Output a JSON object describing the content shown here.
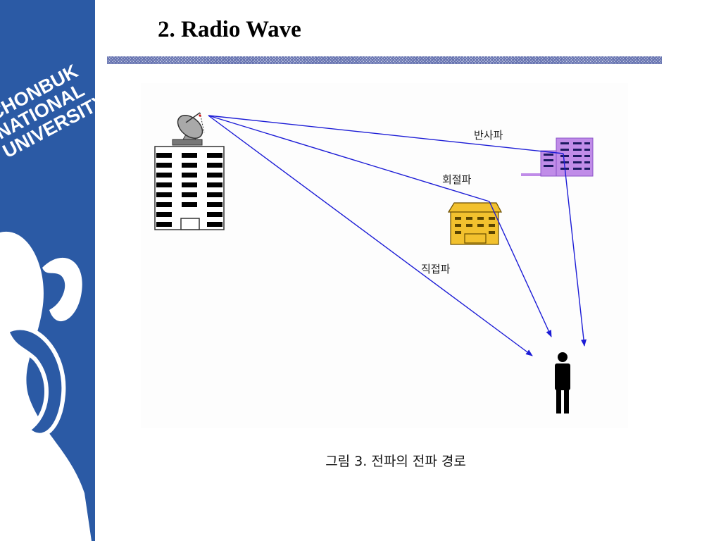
{
  "slide": {
    "title": "2. Radio Wave",
    "caption": "그림 3. 전파의 전파 경로"
  },
  "sidebar": {
    "logo_lines": [
      "CHONBUK",
      "NATIONAL",
      "UNIVERSITY"
    ],
    "background_color": "#2b5aa5",
    "logo_color": "#ffffff"
  },
  "diagram": {
    "labels": {
      "reflected": "반사파",
      "diffracted": "회절파",
      "direct": "직접파"
    },
    "line_color": "#1c1cd6",
    "icons": [
      "satellite-dish-icon",
      "transmitter-building-icon",
      "reflector-building-icon",
      "diffraction-building-icon",
      "person-icon"
    ],
    "colors": {
      "reflector": "#c08ce8",
      "diffraction_building": "#f2c12e"
    }
  }
}
